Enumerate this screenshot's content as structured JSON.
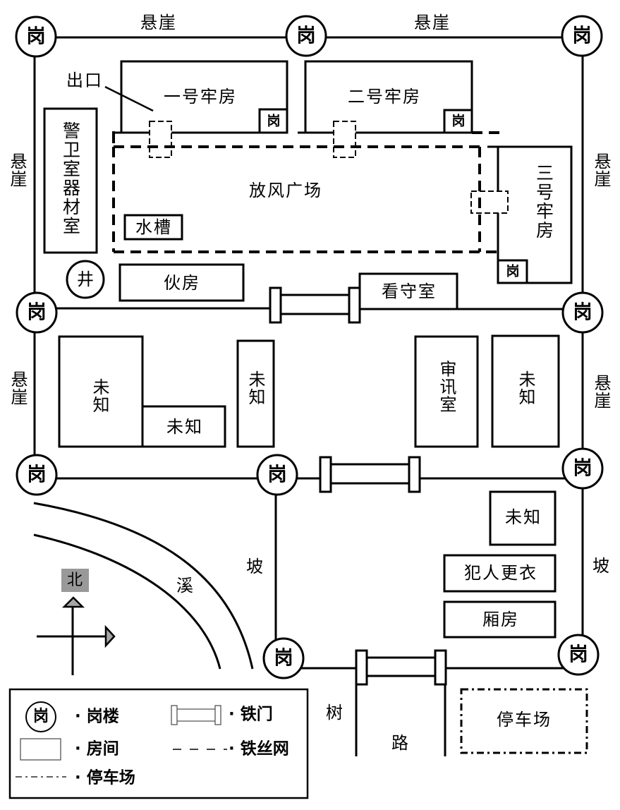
{
  "colors": {
    "ink": "#000000",
    "background": "#ffffff",
    "north_badge": "#999999",
    "compass_arrow": "#a6a6a6",
    "legend_symbol": "#555555"
  },
  "guard_towers": [
    "岗",
    "岗",
    "岗",
    "岗",
    "岗",
    "岗",
    "岗",
    "岗",
    "岗",
    "岗"
  ],
  "cell_guard_posts": [
    "岗",
    "岗",
    "岗"
  ],
  "terrain": {
    "cliff_north_west": "悬崖",
    "cliff_north_east": "悬崖",
    "cliff_west_upper": "悬崖",
    "cliff_east_upper": "悬崖",
    "cliff_west_lower": "悬崖",
    "cliff_east_lower": "悬崖",
    "slope_west": "坡",
    "slope_east": "坡",
    "stream": "溪",
    "trees": "树",
    "road": "路"
  },
  "buildings": {
    "cell_1": "一号牢房",
    "cell_2": "二号牢房",
    "cell_3": "三号牢房",
    "exercise_yard": "放风广场",
    "guard_equipment_room": "警卫室器材室",
    "water_trough": "水槽",
    "well": "井",
    "kitchen": "伙房",
    "guard_room": "看守室",
    "unknown_large": "未知",
    "unknown_annex": "未知",
    "unknown_narrow": "未知",
    "interrogation_room": "审讯室",
    "unknown_east": "未知",
    "unknown_south_east": "未知",
    "prisoner_changing_room": "犯人更衣",
    "side_room": "厢房",
    "parking_lot": "停车场"
  },
  "exit_label": "出口",
  "compass": {
    "north": "北"
  },
  "legend": {
    "bullet": "·",
    "items": [
      {
        "symbol": "guard-tower",
        "symbol_text": "岗",
        "label": "岗楼"
      },
      {
        "symbol": "room",
        "label": "房间"
      },
      {
        "symbol": "parking-boundary",
        "label": "停车场"
      },
      {
        "symbol": "iron-gate",
        "label": "铁门"
      },
      {
        "symbol": "wire-fence",
        "label": "铁丝网"
      }
    ]
  }
}
